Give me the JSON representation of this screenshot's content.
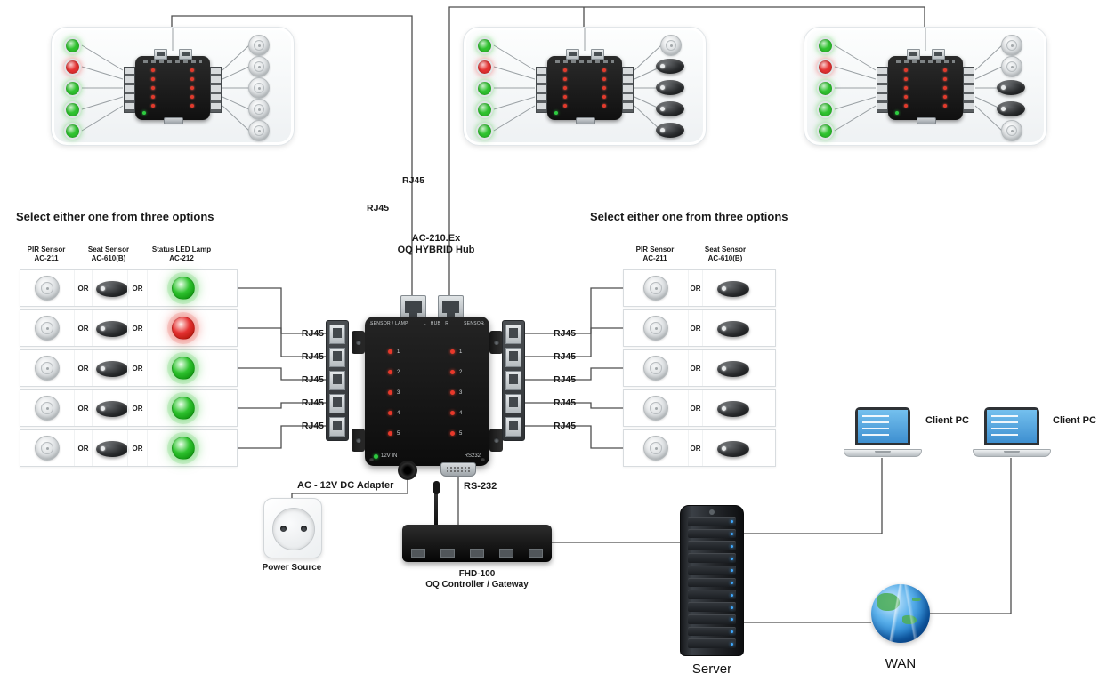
{
  "labels": {
    "or": "OR",
    "rj45": "RJ45",
    "rs232": "RS-232",
    "adapter": "AC - 12V DC Adapter",
    "power_source": "Power Source",
    "server": "Server",
    "wan": "WAN",
    "client_pc": "Client PC",
    "controller_model": "FHD-100",
    "controller_name": "OQ Controller / Gateway"
  },
  "hub": {
    "model": "AC-210.Ex",
    "product": "OQ HYBRID Hub",
    "panel_text_left": "SENSOR / LAMP",
    "panel_text_center": "L   HUB   R",
    "panel_text_right": "SENSOR",
    "channels": [
      "1",
      "2",
      "3",
      "4",
      "5"
    ],
    "power_label": "12V IN",
    "serial_label": "RS232"
  },
  "left_options": {
    "title": "Select either one from three options",
    "headers": [
      [
        "PIR Sensor",
        "AC-211"
      ],
      [
        "Seat Sensor",
        "AC-610(B)"
      ],
      [
        "Status LED Lamp",
        "AC-212"
      ]
    ],
    "rows": [
      {
        "lamp": "green"
      },
      {
        "lamp": "red"
      },
      {
        "lamp": "green"
      },
      {
        "lamp": "green"
      },
      {
        "lamp": "green"
      }
    ]
  },
  "right_options": {
    "title": "Select either one from three options",
    "headers": [
      [
        "PIR Sensor",
        "AC-211"
      ],
      [
        "Seat Sensor",
        "AC-610(B)"
      ]
    ],
    "rows": [
      {},
      {},
      {},
      {},
      {}
    ]
  },
  "top_panels": [
    {
      "name": "zone-panel-1",
      "leds": [
        "green",
        "red",
        "green",
        "green",
        "green"
      ],
      "devices": [
        "dome",
        "dome",
        "dome",
        "dome",
        "dome"
      ]
    },
    {
      "name": "zone-panel-2",
      "leds": [
        "green",
        "red",
        "green",
        "green",
        "green"
      ],
      "devices": [
        "dome",
        "seat",
        "seat",
        "seat",
        "seat"
      ]
    },
    {
      "name": "zone-panel-3",
      "leds": [
        "green",
        "red",
        "green",
        "green",
        "green"
      ],
      "devices": [
        "dome",
        "dome",
        "seat",
        "seat",
        "dome"
      ]
    }
  ],
  "colors": {
    "green": "#2fc32f",
    "red": "#e53232",
    "wire": "#4d4d4d",
    "led_blue": "#3fa9ff"
  }
}
